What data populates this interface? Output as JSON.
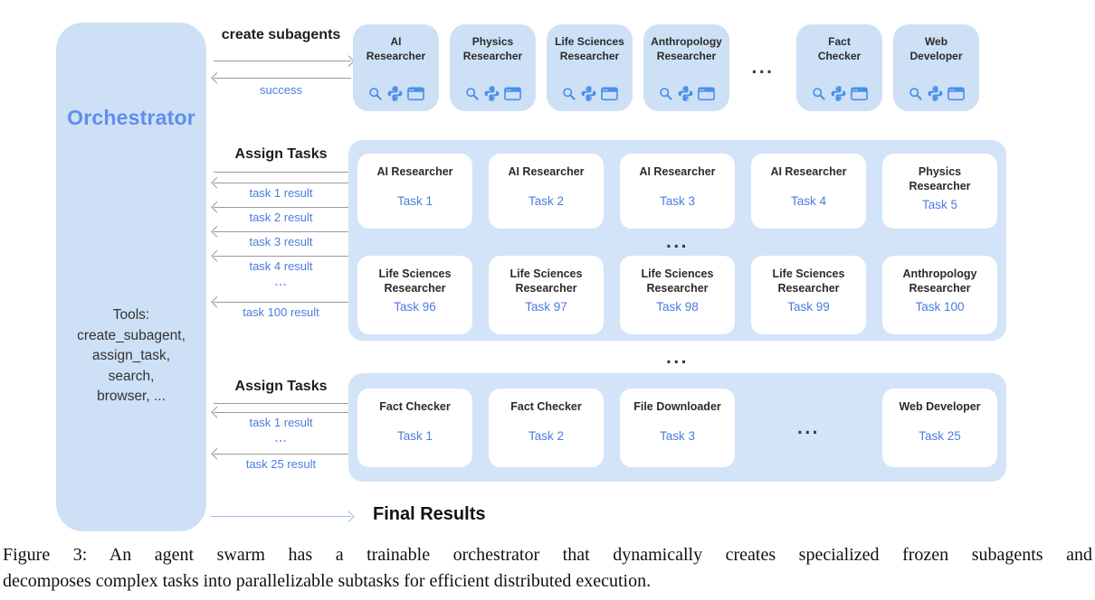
{
  "orchestrator": {
    "title": "Orchestrator",
    "tools": "Tools:\ncreate_subagent,\nassign_task,\nsearch,\nbrowser, ..."
  },
  "create_flow": {
    "label": "create subagents",
    "return_label": "success"
  },
  "subagents": {
    "cards": [
      {
        "name": "AI\nResearcher"
      },
      {
        "name": "Physics\nResearcher"
      },
      {
        "name": "Life Sciences\nResearcher"
      },
      {
        "name": "Anthropology\nResearcher"
      },
      {
        "name": "Fact\nChecker"
      },
      {
        "name": "Web\nDeveloper"
      }
    ],
    "ellipsis": "...",
    "tool_icons": [
      "search-icon",
      "python-icon",
      "browser-window-icon"
    ]
  },
  "batch1": {
    "label": "Assign Tasks",
    "returns": [
      "task 1 result",
      "task 2 result",
      "task 3 result",
      "task 4 result",
      "...",
      "task 100 result"
    ],
    "row1": [
      {
        "agent": "AI Researcher",
        "task": "Task 1"
      },
      {
        "agent": "AI Researcher",
        "task": "Task 2"
      },
      {
        "agent": "AI Researcher",
        "task": "Task 3"
      },
      {
        "agent": "AI Researcher",
        "task": "Task 4"
      },
      {
        "agent": "Physics\nResearcher",
        "task": "Task 5"
      }
    ],
    "ellipsis": "...",
    "row2": [
      {
        "agent": "Life Sciences\nResearcher",
        "task": "Task 96"
      },
      {
        "agent": "Life Sciences\nResearcher",
        "task": "Task 97"
      },
      {
        "agent": "Life Sciences\nResearcher",
        "task": "Task 98"
      },
      {
        "agent": "Life Sciences\nResearcher",
        "task": "Task 99"
      },
      {
        "agent": "Anthropology\nResearcher",
        "task": "Task 100"
      }
    ]
  },
  "between_ellipsis": "...",
  "batch2": {
    "label": "Assign Tasks",
    "returns": [
      "task 1 result",
      "...",
      "task 25 result"
    ],
    "cards": [
      {
        "agent": "Fact Checker",
        "task": "Task 1"
      },
      {
        "agent": "Fact Checker",
        "task": "Task 2"
      },
      {
        "agent": "File Downloader",
        "task": "Task 3"
      },
      {
        "agent": "Web Developer",
        "task": "Task 25"
      }
    ],
    "ellipsis": "..."
  },
  "final_results": {
    "label": "Final Results"
  },
  "caption": {
    "line1": "Figure 3: An agent swarm has a trainable orchestrator that dynamically creates specialized frozen subagents and",
    "line2": "decomposes complex tasks into parallelizable subtasks for efficient distributed execution."
  }
}
